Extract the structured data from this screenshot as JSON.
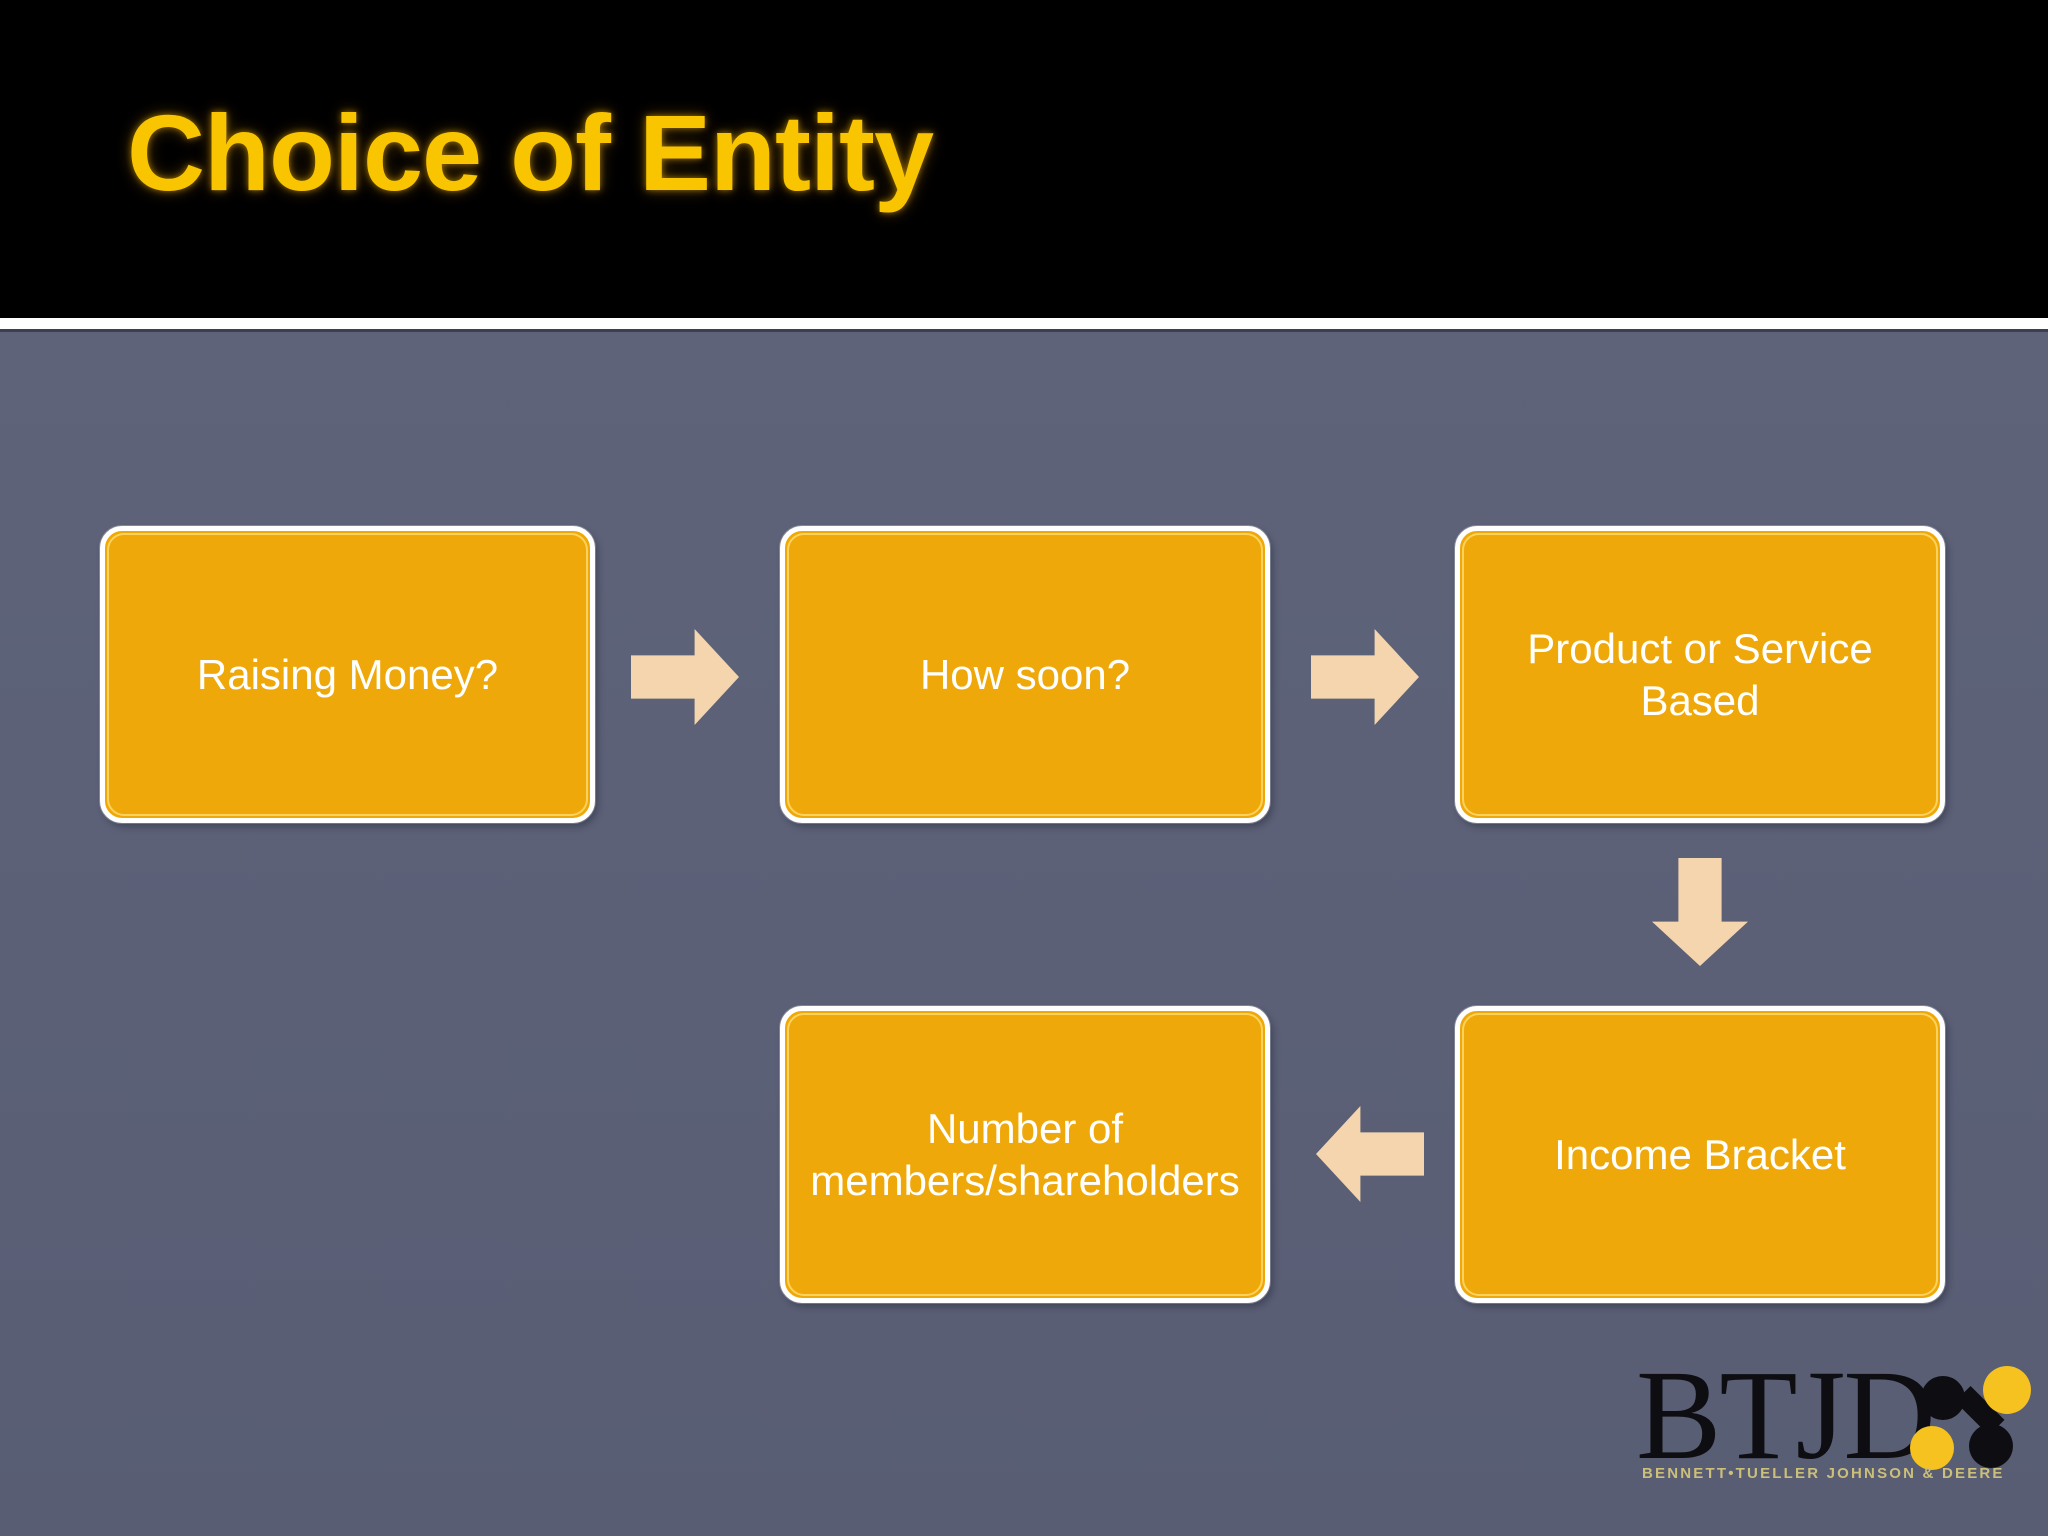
{
  "slide": {
    "title": "Choice of Entity",
    "colors": {
      "header_background": "#000000",
      "title_text": "#f8c500",
      "body_background": "#5b6077",
      "box_fill": "#efa809",
      "box_border": "#ffffff",
      "box_inner_line": "#ffd96b",
      "box_text": "#ffffff",
      "arrow_fill": "#f5d5ae",
      "logo_text": "#000000",
      "logo_accent": "#f5c220"
    }
  },
  "diagram": {
    "type": "flowchart",
    "boxes": [
      {
        "id": "raising-money",
        "label": "Raising Money?",
        "row": 1,
        "col": 1
      },
      {
        "id": "how-soon",
        "label": "How soon?",
        "row": 1,
        "col": 2
      },
      {
        "id": "product",
        "label": "Product or Service\nBased",
        "row": 1,
        "col": 3
      },
      {
        "id": "income",
        "label": "Income Bracket",
        "row": 2,
        "col": 3
      },
      {
        "id": "number",
        "label": "Number of\nmembers/shareholders",
        "row": 2,
        "col": 2
      }
    ],
    "arrows": [
      {
        "id": "arrow-1",
        "direction": "right",
        "from": "raising-money",
        "to": "how-soon"
      },
      {
        "id": "arrow-2",
        "direction": "right",
        "from": "how-soon",
        "to": "product"
      },
      {
        "id": "arrow-3",
        "direction": "down",
        "from": "product",
        "to": "income"
      },
      {
        "id": "arrow-4",
        "direction": "left",
        "from": "income",
        "to": "number"
      }
    ]
  },
  "logo": {
    "wordmark": "BTJD",
    "tagline": "BENNETT•TUELLER  JOHNSON  &  DEERE"
  }
}
